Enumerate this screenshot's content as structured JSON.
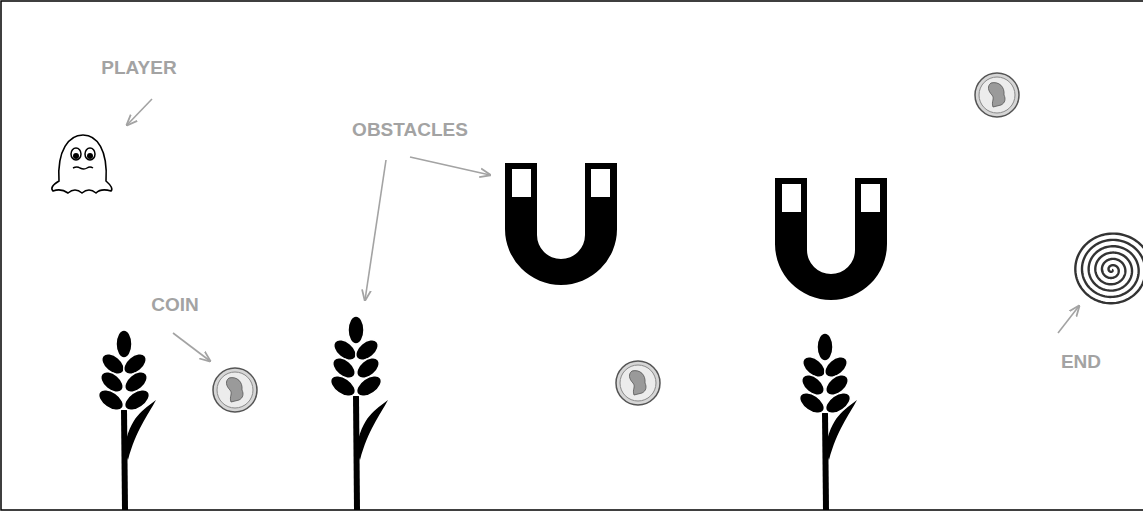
{
  "diagram": {
    "labels": [
      "PLAYER",
      "OBSTACLES",
      "COIN",
      "END"
    ]
  }
}
